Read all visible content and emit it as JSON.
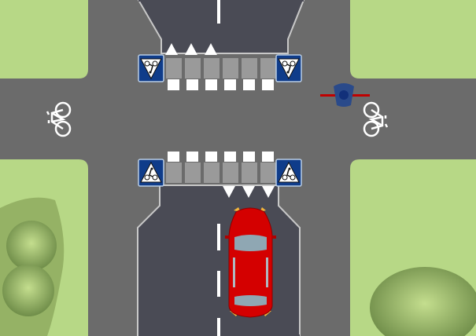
{
  "scene": {
    "colors": {
      "road": "#6b6b6b",
      "lane": "#4a4b55",
      "grass": "#b7d886",
      "tree": "#7e9a55",
      "car": "#d40000",
      "sign": "#0f3c8a",
      "crossing": "#9a9a9a",
      "cyclist_bar": "#c00000"
    },
    "icons": [
      "bicycle-crossing-sign",
      "bicycle-symbol",
      "yield-triangle",
      "car",
      "cyclist"
    ]
  }
}
